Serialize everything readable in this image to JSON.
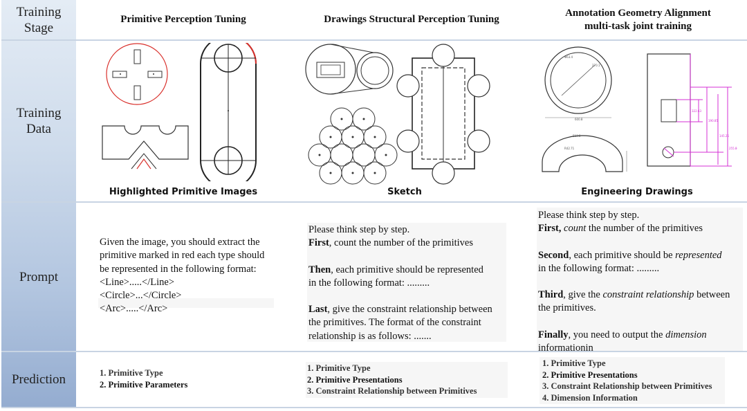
{
  "stages": {
    "training_stage": "Training\nStage",
    "training_data": "Training\nData",
    "prompt": "Prompt",
    "prediction": "Prediction"
  },
  "columns": [
    {
      "header": "Primitive Perception Tuning",
      "caption": "Highlighted Primitive Images"
    },
    {
      "header": "Drawings Structural Perception Tuning",
      "caption": "Sketch"
    },
    {
      "header": "Annotation Geometry Alignment\nmulti-task joint training",
      "caption": "Engineering Drawings"
    }
  ],
  "prompts": {
    "col1": [
      "Given the image, you should  extract the",
      "primitive marked in red each type should",
      "be represented in the following format:",
      "<Line>.....</Line>",
      "<Circle>...</Circle>",
      "<Arc>.....</Arc>"
    ],
    "col2": {
      "line1": "Please think step by step.",
      "first_bold": "First",
      "first_rest": ", count the number of the primitives",
      "then_bold": "Then",
      "then_rest": ", each primitive should be represented",
      "then_cont": "in the following format: .........",
      "last_bold": "Last",
      "last_rest": ", give the constraint relationship between",
      "last_cont1": "the primitives. The format of the constraint",
      "last_cont2": "relationship is as follows: ......."
    },
    "col3": {
      "line1": "Please think step by step.",
      "first_bold": "First,",
      "first_italic": "count",
      "first_rest": " the number of the primitives",
      "second_bold": "Second",
      "second_mid": ", each primitive should be ",
      "second_italic": "represented",
      "second_cont": "in the following format: .........",
      "third_bold": "Third",
      "third_mid": ", give the ",
      "third_italic": "constraint relationship",
      "third_rest": " between",
      "third_cont": "the primitives.",
      "finally_bold": "Finally",
      "finally_mid": ", you need to output the ",
      "finally_italic": "dimension",
      "finally_cont": "informationin"
    }
  },
  "predictions": {
    "col1": [
      "1. Primitive Type",
      "2. Primitive Parameters"
    ],
    "col2": [
      "1. Primitive Type",
      "2. Primitive Presentations",
      "3. Constraint Relationship between Primitives"
    ],
    "col3": [
      "1. Primitive Type",
      "2. Primitive Presentations",
      "3. Constraint Relationship between Primitives",
      "4. Dimension Information"
    ]
  },
  "colors": {
    "stage_light": "#dce6f1",
    "stage_mid": "#b9cbe2",
    "stage_dark": "#8fa7cc",
    "highlight_red": "#d9302b",
    "annotation_magenta": "#d42fd4"
  }
}
